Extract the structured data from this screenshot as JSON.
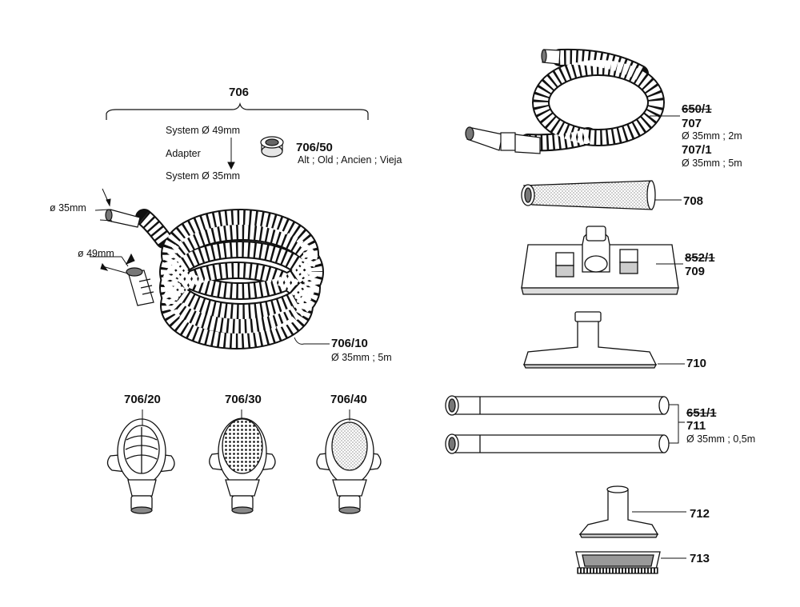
{
  "group_706": {
    "number": "706",
    "system_top": "System  Ø 49mm",
    "adapter": "Adapter",
    "system_bottom": "System  Ø 35mm"
  },
  "part_706_50": {
    "number": "706/50",
    "note": "Alt ; Old ; Ancien ; Vieja"
  },
  "dim_35": "ø 35mm",
  "dim_49": "ø 49mm",
  "part_706_10": {
    "number": "706/10",
    "spec": "Ø 35mm ; 5m"
  },
  "part_706_20": {
    "number": "706/20"
  },
  "part_706_30": {
    "number": "706/30"
  },
  "part_706_40": {
    "number": "706/40"
  },
  "part_707": {
    "old_number": "650/1",
    "number": "707",
    "spec": "Ø 35mm ; 2m",
    "alt_number": "707/1",
    "alt_spec": "Ø 35mm ; 5m"
  },
  "part_708": {
    "number": "708"
  },
  "part_709": {
    "old_number": "852/1",
    "number": "709"
  },
  "part_710": {
    "number": "710"
  },
  "part_711": {
    "old_number": "651/1",
    "number": "711",
    "spec": "Ø 35mm ; 0,5m"
  },
  "part_712": {
    "number": "712"
  },
  "part_713": {
    "number": "713"
  },
  "colors": {
    "ink": "#111111",
    "shade": "#d9d9d9",
    "paper": "#ffffff"
  }
}
